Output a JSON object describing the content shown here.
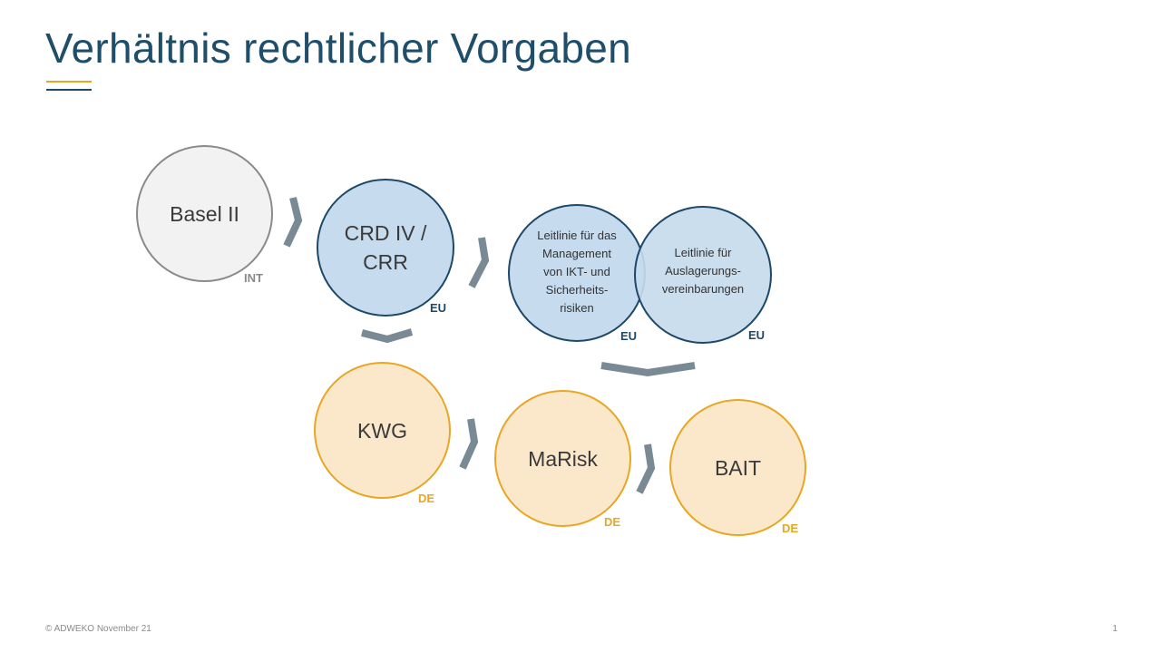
{
  "slide": {
    "title": "Verhältnis rechtlicher Vorgaben",
    "footer": "© ADWEKO November 21",
    "page_number": "1"
  },
  "colors": {
    "title": "#1f4e6b",
    "accent_orange": "#e8a623",
    "accent_navy": "#1e4868",
    "arrow": "#7a8a95",
    "grey_fill": "#f2f2f2",
    "blue_fill": "#c6dbed",
    "orange_fill": "#fbe8cb"
  },
  "nodes": {
    "basel": {
      "label": "Basel II",
      "tag": "INT"
    },
    "crd": {
      "line1": "CRD IV /",
      "line2": "CRR",
      "tag": "EU"
    },
    "ikt": {
      "line1": "Leitlinie für das",
      "line2": "Management",
      "line3": "von IKT- und",
      "line4": "Sicherheits-",
      "line5": "risiken",
      "tag": "EU"
    },
    "auslagerung": {
      "line1": "Leitlinie für",
      "line2": "Auslagerungs-",
      "line3": "vereinbarungen",
      "tag": "EU"
    },
    "kwg": {
      "label": "KWG",
      "tag": "DE"
    },
    "marisk": {
      "label": "MaRisk",
      "tag": "DE"
    },
    "bait": {
      "label": "BAIT",
      "tag": "DE"
    }
  }
}
